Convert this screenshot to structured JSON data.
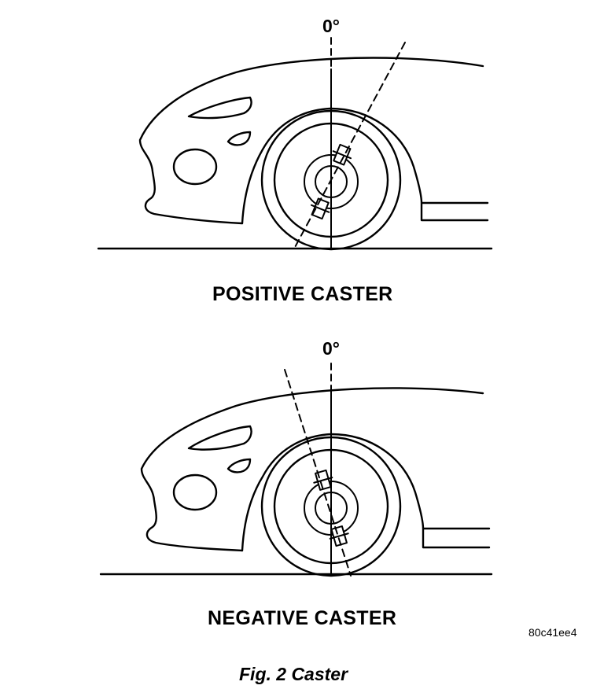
{
  "top": {
    "angle_label": "0°",
    "caption": "POSITIVE CASTER"
  },
  "bottom": {
    "angle_label": "0°",
    "caption": "NEGATIVE CASTER"
  },
  "image_code": "80c41ee4",
  "figure_caption": "Fig. 2 Caster"
}
